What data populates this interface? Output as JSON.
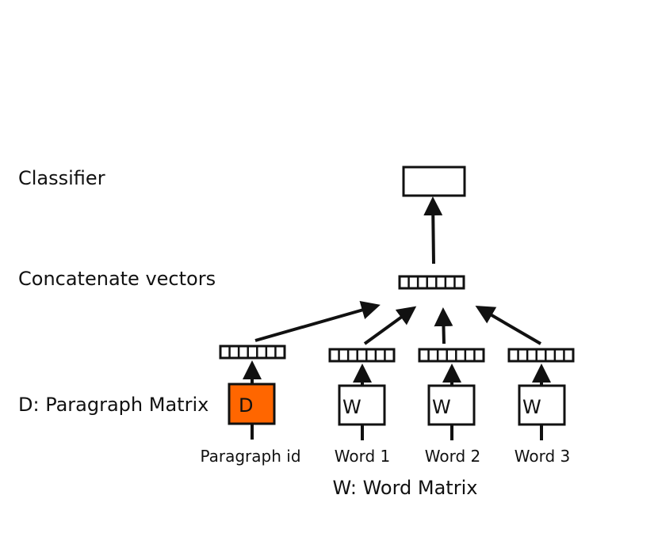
{
  "labels": {
    "classifier": "Classifier",
    "concatenate": "Concatenate vectors",
    "paragraph_matrix": "D: Paragraph Matrix",
    "word_matrix": "W: Word Matrix"
  },
  "inputs": [
    {
      "letter": "D",
      "caption": "Paragraph id"
    },
    {
      "letter": "W",
      "caption": "Word 1"
    },
    {
      "letter": "W",
      "caption": "Word 2"
    },
    {
      "letter": "W",
      "caption": "Word 3"
    }
  ],
  "colors": {
    "paragraph_box": "#ff6600",
    "stroke": "#111111"
  }
}
